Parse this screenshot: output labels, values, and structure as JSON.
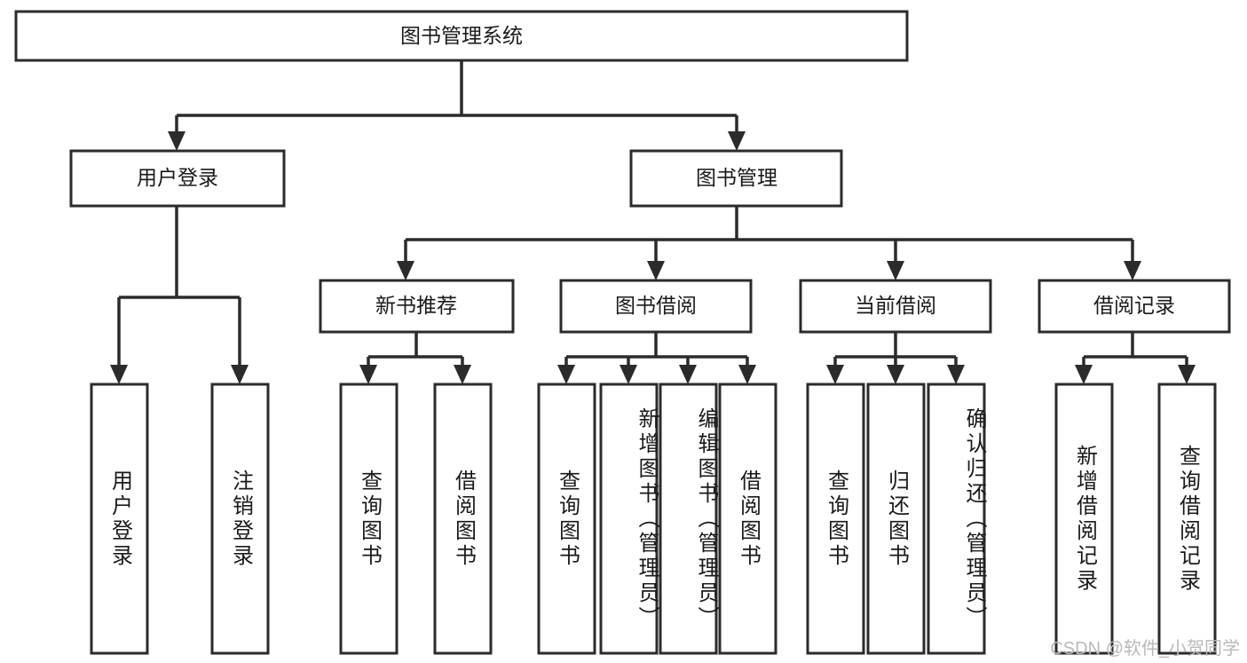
{
  "diagram": {
    "type": "tree",
    "title": "图书管理系统",
    "root": {
      "id": "root",
      "label": "图书管理系统",
      "orientation": "horizontal"
    },
    "level2": [
      {
        "id": "user-login",
        "label": "用户登录",
        "orientation": "horizontal"
      },
      {
        "id": "book-manage",
        "label": "图书管理",
        "orientation": "horizontal"
      }
    ],
    "level3": [
      {
        "id": "new-book-recommend",
        "label": "新书推荐",
        "orientation": "horizontal",
        "parent": "book-manage"
      },
      {
        "id": "book-borrow",
        "label": "图书借阅",
        "orientation": "horizontal",
        "parent": "book-manage"
      },
      {
        "id": "current-borrow",
        "label": "当前借阅",
        "orientation": "horizontal",
        "parent": "book-manage"
      },
      {
        "id": "borrow-record",
        "label": "借阅记录",
        "orientation": "horizontal",
        "parent": "book-manage"
      }
    ],
    "leaves": [
      {
        "id": "leaf-user-login",
        "label": "用户登录",
        "parent": "user-login",
        "orientation": "vertical"
      },
      {
        "id": "leaf-logout-login",
        "label": "注销登录",
        "parent": "user-login",
        "orientation": "vertical"
      },
      {
        "id": "leaf-query-book-1",
        "label": "查询图书",
        "parent": "new-book-recommend",
        "orientation": "vertical"
      },
      {
        "id": "leaf-borrow-book-1",
        "label": "借阅图书",
        "parent": "new-book-recommend",
        "orientation": "vertical"
      },
      {
        "id": "leaf-query-book-2",
        "label": "查询图书",
        "parent": "book-borrow",
        "orientation": "vertical"
      },
      {
        "id": "leaf-add-book",
        "label": "新增图书（管理员）",
        "parent": "book-borrow",
        "orientation": "vertical"
      },
      {
        "id": "leaf-edit-book",
        "label": "编辑图书（管理员）",
        "parent": "book-borrow",
        "orientation": "vertical"
      },
      {
        "id": "leaf-borrow-book-2",
        "label": "借阅图书",
        "parent": "book-borrow",
        "orientation": "vertical"
      },
      {
        "id": "leaf-query-book-3",
        "label": "查询图书",
        "parent": "current-borrow",
        "orientation": "vertical"
      },
      {
        "id": "leaf-return-book",
        "label": "归还图书",
        "parent": "current-borrow",
        "orientation": "vertical"
      },
      {
        "id": "leaf-confirm-return",
        "label": "确认归还（管理员）",
        "parent": "current-borrow",
        "orientation": "vertical"
      },
      {
        "id": "leaf-add-record",
        "label": "新增借阅记录",
        "parent": "borrow-record",
        "orientation": "vertical"
      },
      {
        "id": "leaf-query-record",
        "label": "查询借阅记录",
        "parent": "borrow-record",
        "orientation": "vertical"
      }
    ],
    "colors": {
      "stroke": "#2b2b2b",
      "fill": "#ffffff",
      "text": "#1a1a1a",
      "watermark": "#b9b9b9",
      "background": "#ffffff"
    }
  },
  "watermark": {
    "text": "CSDN @软件_小贺同学"
  }
}
